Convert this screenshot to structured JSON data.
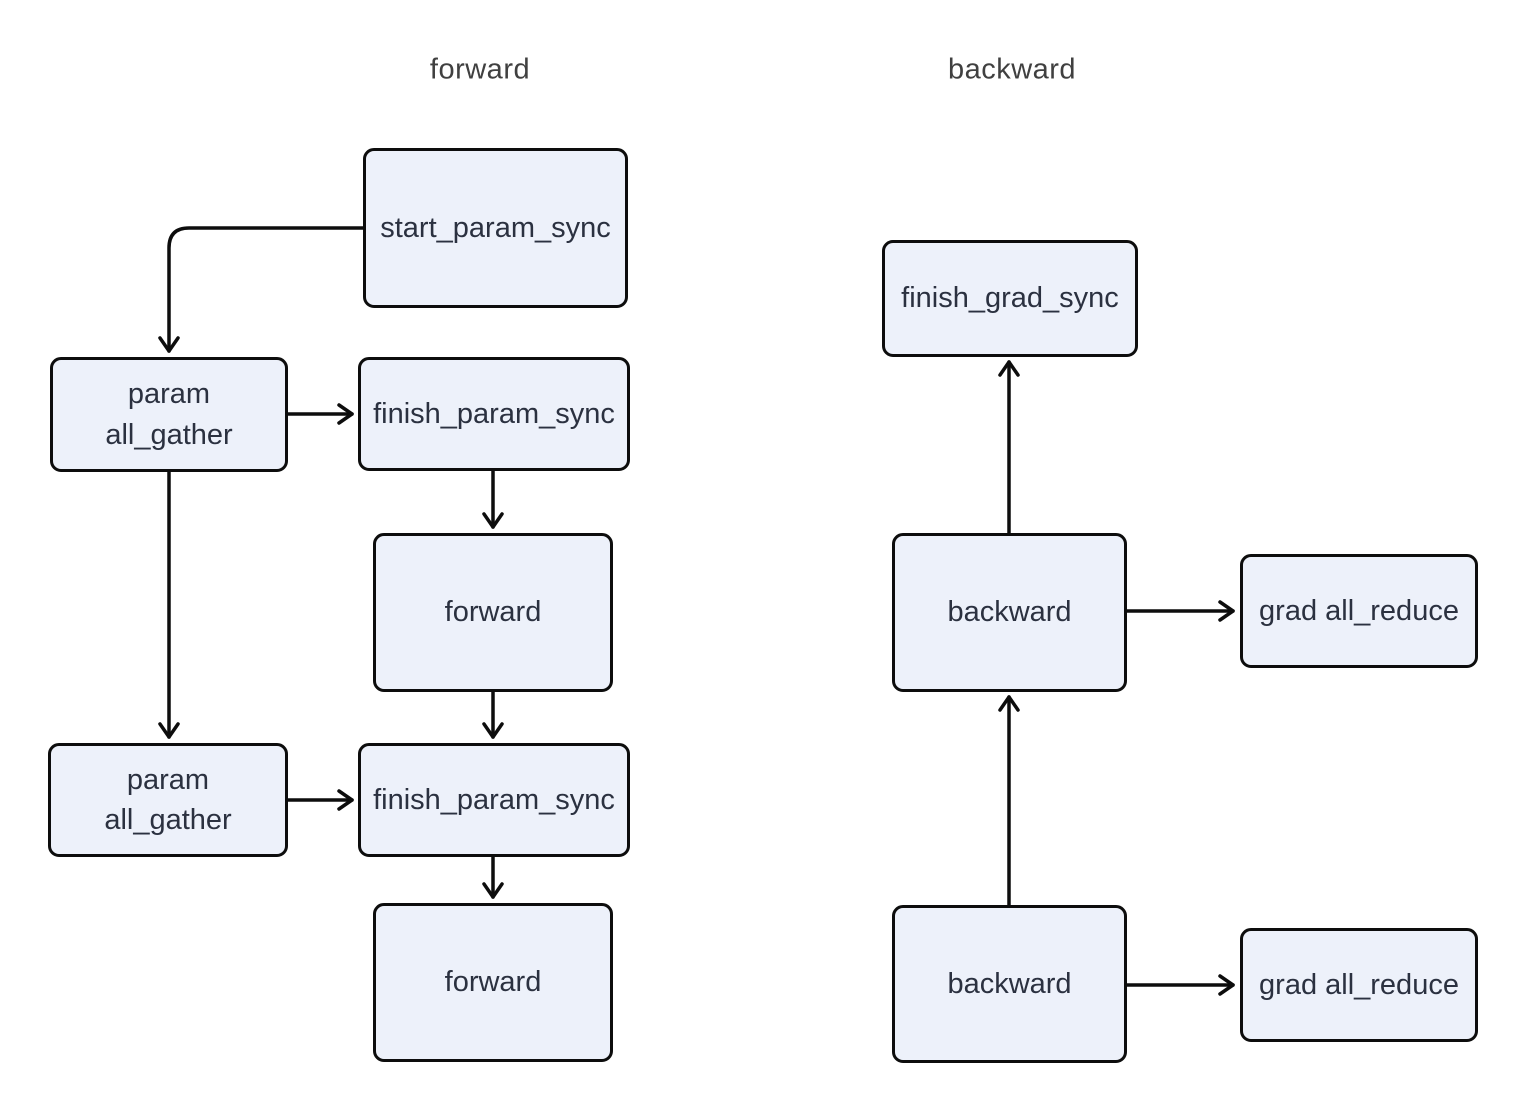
{
  "canvas": {
    "background": "#ffffff"
  },
  "style": {
    "node_fill": "#edf1fa",
    "node_border_color": "#0d0d0d",
    "node_text_color": "#2b3140",
    "title_color": "#404040",
    "arrow_color": "#0d0d0d"
  },
  "sections": {
    "forward": {
      "title": "forward"
    },
    "backward": {
      "title": "backward"
    }
  },
  "nodes": {
    "start_param_sync": {
      "label": "start_param_sync"
    },
    "param_all_gather_1": {
      "label": "param\nall_gather"
    },
    "finish_param_sync_1": {
      "label": "finish_param_sync"
    },
    "forward_1": {
      "label": "forward"
    },
    "param_all_gather_2": {
      "label": "param\nall_gather"
    },
    "finish_param_sync_2": {
      "label": "finish_param_sync"
    },
    "forward_2": {
      "label": "forward"
    },
    "finish_grad_sync": {
      "label": "finish_grad_sync"
    },
    "backward_1": {
      "label": "backward"
    },
    "grad_all_reduce_1": {
      "label": "grad all_reduce"
    },
    "backward_2": {
      "label": "backward"
    },
    "grad_all_reduce_2": {
      "label": "grad all_reduce"
    }
  },
  "edges": [
    {
      "from": "start_param_sync",
      "to": "param_all_gather_1"
    },
    {
      "from": "param_all_gather_1",
      "to": "finish_param_sync_1"
    },
    {
      "from": "finish_param_sync_1",
      "to": "forward_1"
    },
    {
      "from": "param_all_gather_1",
      "to": "param_all_gather_2"
    },
    {
      "from": "forward_1",
      "to": "finish_param_sync_2"
    },
    {
      "from": "param_all_gather_2",
      "to": "finish_param_sync_2"
    },
    {
      "from": "finish_param_sync_2",
      "to": "forward_2"
    },
    {
      "from": "backward_1",
      "to": "finish_grad_sync"
    },
    {
      "from": "backward_1",
      "to": "grad_all_reduce_1"
    },
    {
      "from": "backward_2",
      "to": "backward_1"
    },
    {
      "from": "backward_2",
      "to": "grad_all_reduce_2"
    }
  ]
}
